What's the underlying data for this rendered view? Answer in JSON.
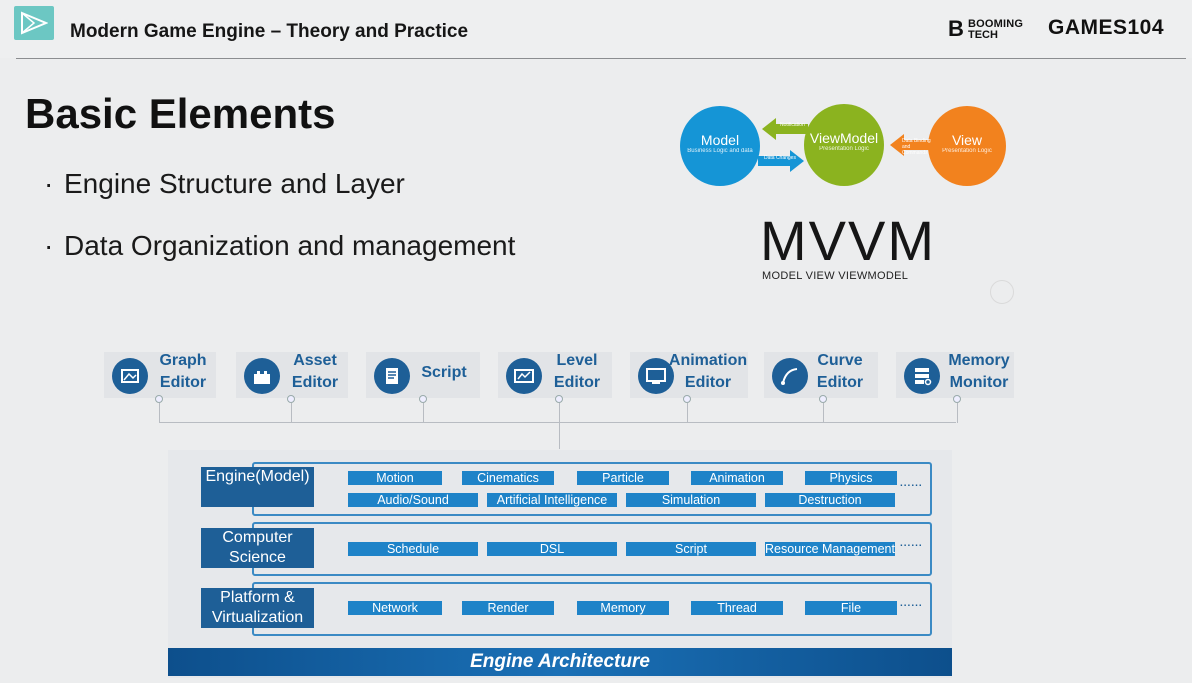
{
  "header": {
    "course_title": "Modern Game Engine – Theory and Practice",
    "brand_mark": "B",
    "brand_top": "BOOMING",
    "brand_bottom": "TECH",
    "games_logo": "GAMES104"
  },
  "slide": {
    "heading": "Basic Elements",
    "bullet_char": "·",
    "bullets": [
      "Engine Structure and Layer",
      "Data Organization and management"
    ]
  },
  "mvvm": {
    "model": {
      "title": "Model",
      "sub": "Business Logic and data"
    },
    "viewmodel": {
      "title": "ViewModel",
      "sub": "Presentation Logic"
    },
    "view": {
      "title": "View",
      "sub": "Presentation Logic"
    },
    "arrow_notify": "Notification",
    "arrow_update": "Data Changes",
    "arrow_binding": "Data Binding and Commands",
    "big_title": "MVVM",
    "subtitle": "MODEL VIEW VIEWMODEL",
    "colors": {
      "model": "#1595d6",
      "viewmodel": "#8bb31f",
      "view": "#f2821e"
    }
  },
  "tools": [
    {
      "line1": "Graph",
      "line2": "Editor",
      "icon": "graph-editor-icon"
    },
    {
      "line1": "Asset",
      "line2": "Editor",
      "icon": "asset-editor-icon"
    },
    {
      "line1": "Script",
      "line2": "",
      "icon": "script-icon"
    },
    {
      "line1": "Level",
      "line2": "Editor",
      "icon": "level-editor-icon"
    },
    {
      "line1": "Animation",
      "line2": "Editor",
      "icon": "animation-editor-icon"
    },
    {
      "line1": "Curve",
      "line2": "Editor",
      "icon": "curve-editor-icon"
    },
    {
      "line1": "Memory",
      "line2": "Monitor",
      "icon": "memory-monitor-icon"
    }
  ],
  "architecture": {
    "layers": [
      {
        "label": "Engine(Model)",
        "row1": [
          "Motion",
          "Cinematics",
          "Particle",
          "Animation",
          "Physics"
        ],
        "row2": [
          "Audio/Sound",
          "Artificial Intelligence",
          "Simulation",
          "Destruction"
        ]
      },
      {
        "label": "Computer Science",
        "row1": [
          "Schedule",
          "DSL",
          "Script",
          "Resource Management"
        ],
        "row2": []
      },
      {
        "label": "Platform & Virtualization",
        "row1": [
          "Network",
          "Render",
          "Memory",
          "Thread",
          "File"
        ],
        "row2": []
      }
    ],
    "ellipsis": "......",
    "footer": "Engine Architecture",
    "accent": "#1e5f97"
  }
}
